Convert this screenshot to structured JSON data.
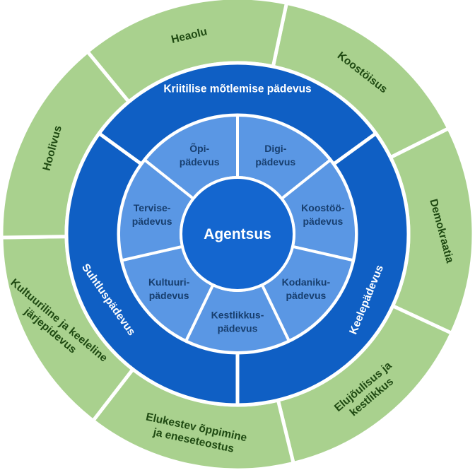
{
  "center": {
    "label": "Agentsus"
  },
  "inner_ring": [
    {
      "lines": [
        "Õpi-",
        "pädevus"
      ]
    },
    {
      "lines": [
        "Digi-",
        "pädevus"
      ]
    },
    {
      "lines": [
        "Koostöö-",
        "pädevus"
      ]
    },
    {
      "lines": [
        "Kodaniku-",
        "pädevus"
      ]
    },
    {
      "lines": [
        "Kestlikkus-",
        "pädevus"
      ]
    },
    {
      "lines": [
        "Kultuuri-",
        "pädevus"
      ]
    },
    {
      "lines": [
        "Tervise-",
        "pädevus"
      ]
    }
  ],
  "middle_ring": [
    {
      "label": "Kriitilise mõtlemise pädevus"
    },
    {
      "label": "Keelepädevus"
    },
    {
      "label": "Suhtluspädevus"
    }
  ],
  "outer_ring": [
    {
      "lines": [
        "Koostöisus"
      ]
    },
    {
      "lines": [
        "Demokraatia"
      ]
    },
    {
      "lines": [
        "Elujõulisus ja",
        "kestlikkus"
      ]
    },
    {
      "lines": [
        "Elukestev õppimine",
        "ja eneseteostus"
      ]
    },
    {
      "lines": [
        "Kultuuriline ja keeleline",
        "järjepidevus"
      ]
    },
    {
      "lines": [
        "Hoolivus"
      ]
    },
    {
      "lines": [
        "Heaolu"
      ]
    }
  ],
  "colors": {
    "outer_fill": "#a9d18e",
    "middle_fill": "#0f5fc4",
    "inner_fill": "#5a97e4",
    "center_fill": "#1466cf",
    "separator": "#ffffff",
    "outer_text": "#1f4a12",
    "inner_text": "#173e6e"
  }
}
